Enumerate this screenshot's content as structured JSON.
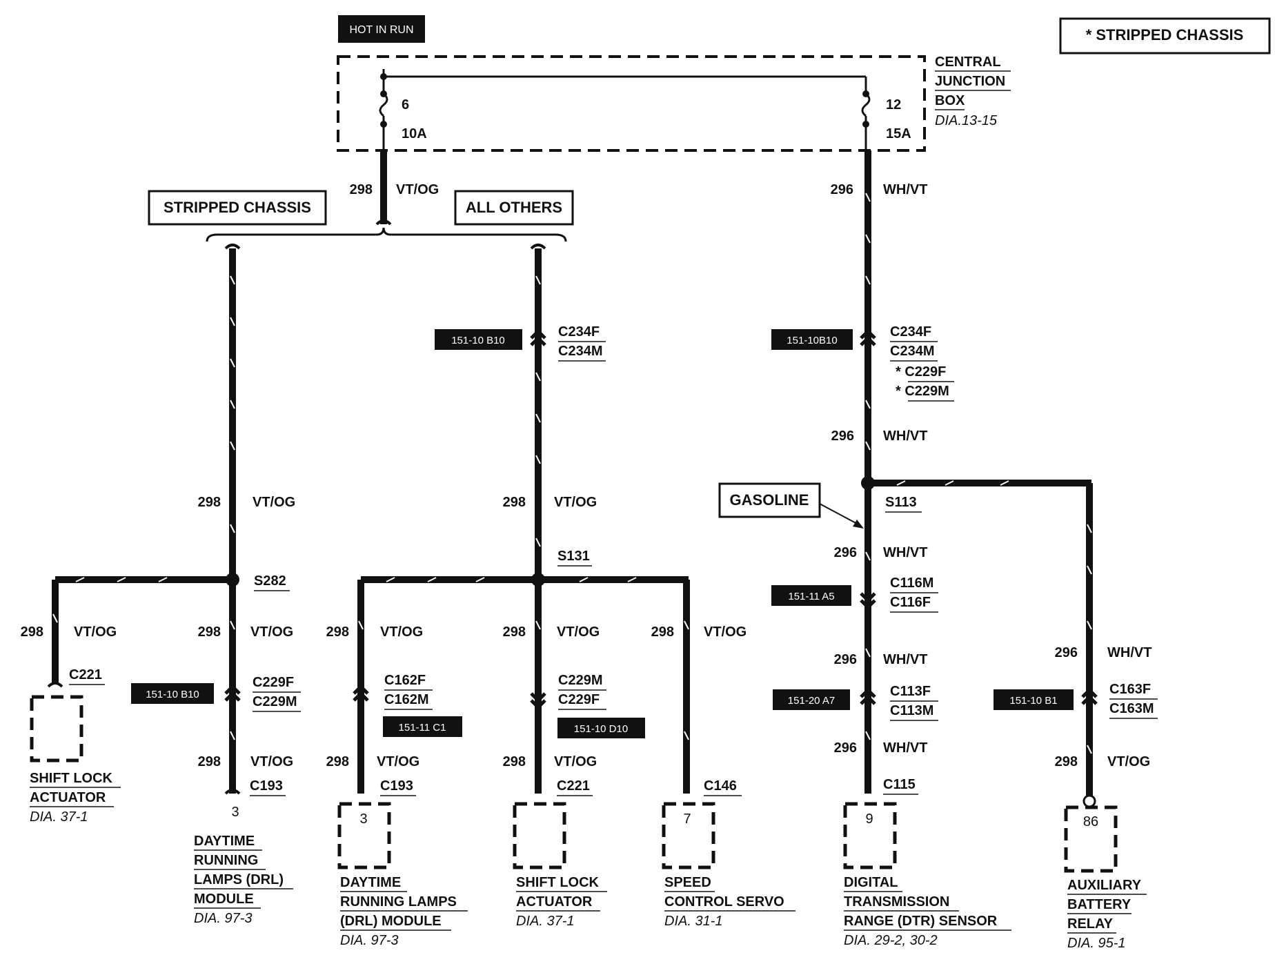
{
  "header": {
    "hot_in_run": "HOT IN RUN",
    "legend_note": "* STRIPPED CHASSIS"
  },
  "junction_box": {
    "name_line1": "CENTRAL",
    "name_line2": "JUNCTION",
    "name_line3": "BOX",
    "ref": "DIA.13-15",
    "fuse_left_number": "6",
    "fuse_left_rating": "10A",
    "fuse_right_number": "12",
    "fuse_right_rating": "15A"
  },
  "variant_labels": {
    "stripped": "STRIPPED  CHASSIS",
    "all_others": "ALL OTHERS",
    "gasoline": "GASOLINE"
  },
  "circuits": {
    "c298": "298",
    "c296": "296",
    "vt_og": "VT/OG",
    "wh_vt": "WH/VT"
  },
  "splices": {
    "s282": "S282",
    "s131": "S131",
    "s113": "S113"
  },
  "connectors": {
    "c234f": "C234F",
    "c234m": "C234M",
    "c229f": "C229F",
    "c229m": "C229M",
    "c229f_star": "* C229F",
    "c229m_star": "* C229M",
    "c221": "C221",
    "c193": "C193",
    "c162f": "C162F",
    "c162m": "C162M",
    "c146": "C146",
    "c116m": "C116M",
    "c116f": "C116F",
    "c113f": "C113F",
    "c113m": "C113M",
    "c115": "C115",
    "c163f": "C163F",
    "c163m": "C163M"
  },
  "location_tags": {
    "t_151_10_b10_a": "151-10 B10",
    "t_151_10b10": "151-10B10",
    "t_151_10_b10_b": "151-10 B10",
    "t_151_11_c1": "151-11 C1",
    "t_151_10_d10": "151-10 D10",
    "t_151_11_a5": "151-11 A5",
    "t_151_20_a7": "151-20 A7",
    "t_151_10_b1": "151-10 B1"
  },
  "components": {
    "shift_lock_1": {
      "line1": "SHIFT LOCK",
      "line2": "ACTUATOR",
      "ref": "DIA. 37-1"
    },
    "drl_1": {
      "pin": "3",
      "line1": "DAYTIME",
      "line2": "RUNNING",
      "line3": "LAMPS (DRL)",
      "line4": "MODULE",
      "ref": "DIA. 97-3"
    },
    "drl_2": {
      "pin": "3",
      "line1": "DAYTIME",
      "line2": "RUNNING LAMPS",
      "line3": "(DRL) MODULE",
      "ref": "DIA. 97-3"
    },
    "shift_lock_2": {
      "line1": "SHIFT LOCK",
      "line2": "ACTUATOR",
      "ref": "DIA. 37-1"
    },
    "speed_control": {
      "pin": "7",
      "line1": "SPEED",
      "line2": "CONTROL SERVO",
      "ref": "DIA. 31-1"
    },
    "dtr_sensor": {
      "pin": "9",
      "line1": "DIGITAL",
      "line2": "TRANSMISSION",
      "line3": "RANGE (DTR) SENSOR",
      "ref": "DIA. 29-2, 30-2"
    },
    "aux_relay": {
      "pin": "86",
      "line1": "AUXILIARY",
      "line2": "BATTERY",
      "line3": "RELAY",
      "ref": "DIA. 95-1"
    }
  }
}
